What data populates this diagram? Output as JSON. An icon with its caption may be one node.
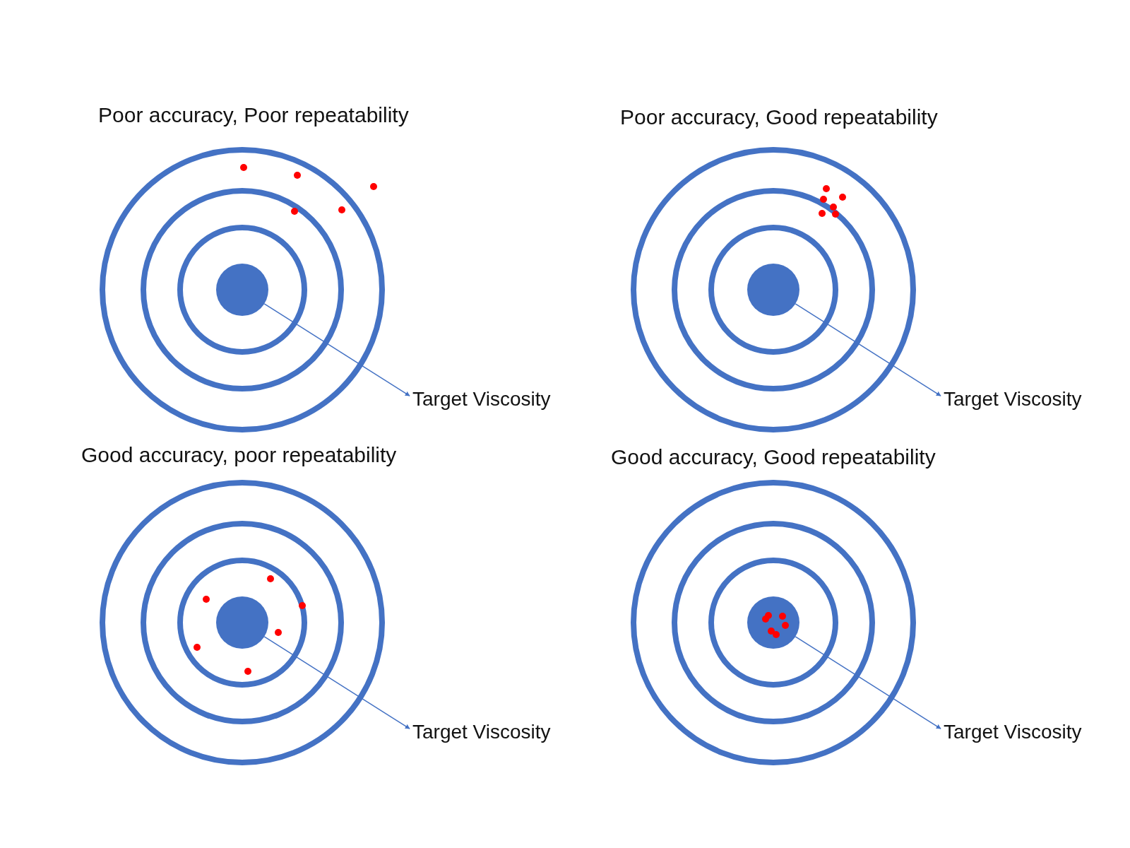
{
  "diagram": {
    "nodes": [
      {
        "text": [],
        "shape": "circle"
      },
      {
        "text": [
          "Target Viscosity"
        ]
      },
      {
        "text": [],
        "shape": "circle"
      },
      {
        "text": [
          "Target Viscosity"
        ]
      },
      {
        "text": [],
        "shape": "circle"
      },
      {
        "text": [
          "Target Viscosity"
        ]
      },
      {
        "text": [],
        "shape": "circle"
      },
      {
        "text": [
          "Target Viscosity"
        ]
      }
    ],
    "edges": [
      {
        "from": 0,
        "to": 1,
        "arrow": "to"
      },
      {
        "from": 2,
        "to": 3,
        "arrow": "to"
      },
      {
        "from": 4,
        "to": 5,
        "arrow": "to"
      },
      {
        "from": 6,
        "to": 7,
        "arrow": "to"
      }
    ],
    "labels": [
      "Poor accuracy, Poor repeatability",
      "Poor accuracy, Good repeatability",
      "Good accuracy, poor repeatability",
      "Good accuracy, Good repeatability"
    ]
  }
}
